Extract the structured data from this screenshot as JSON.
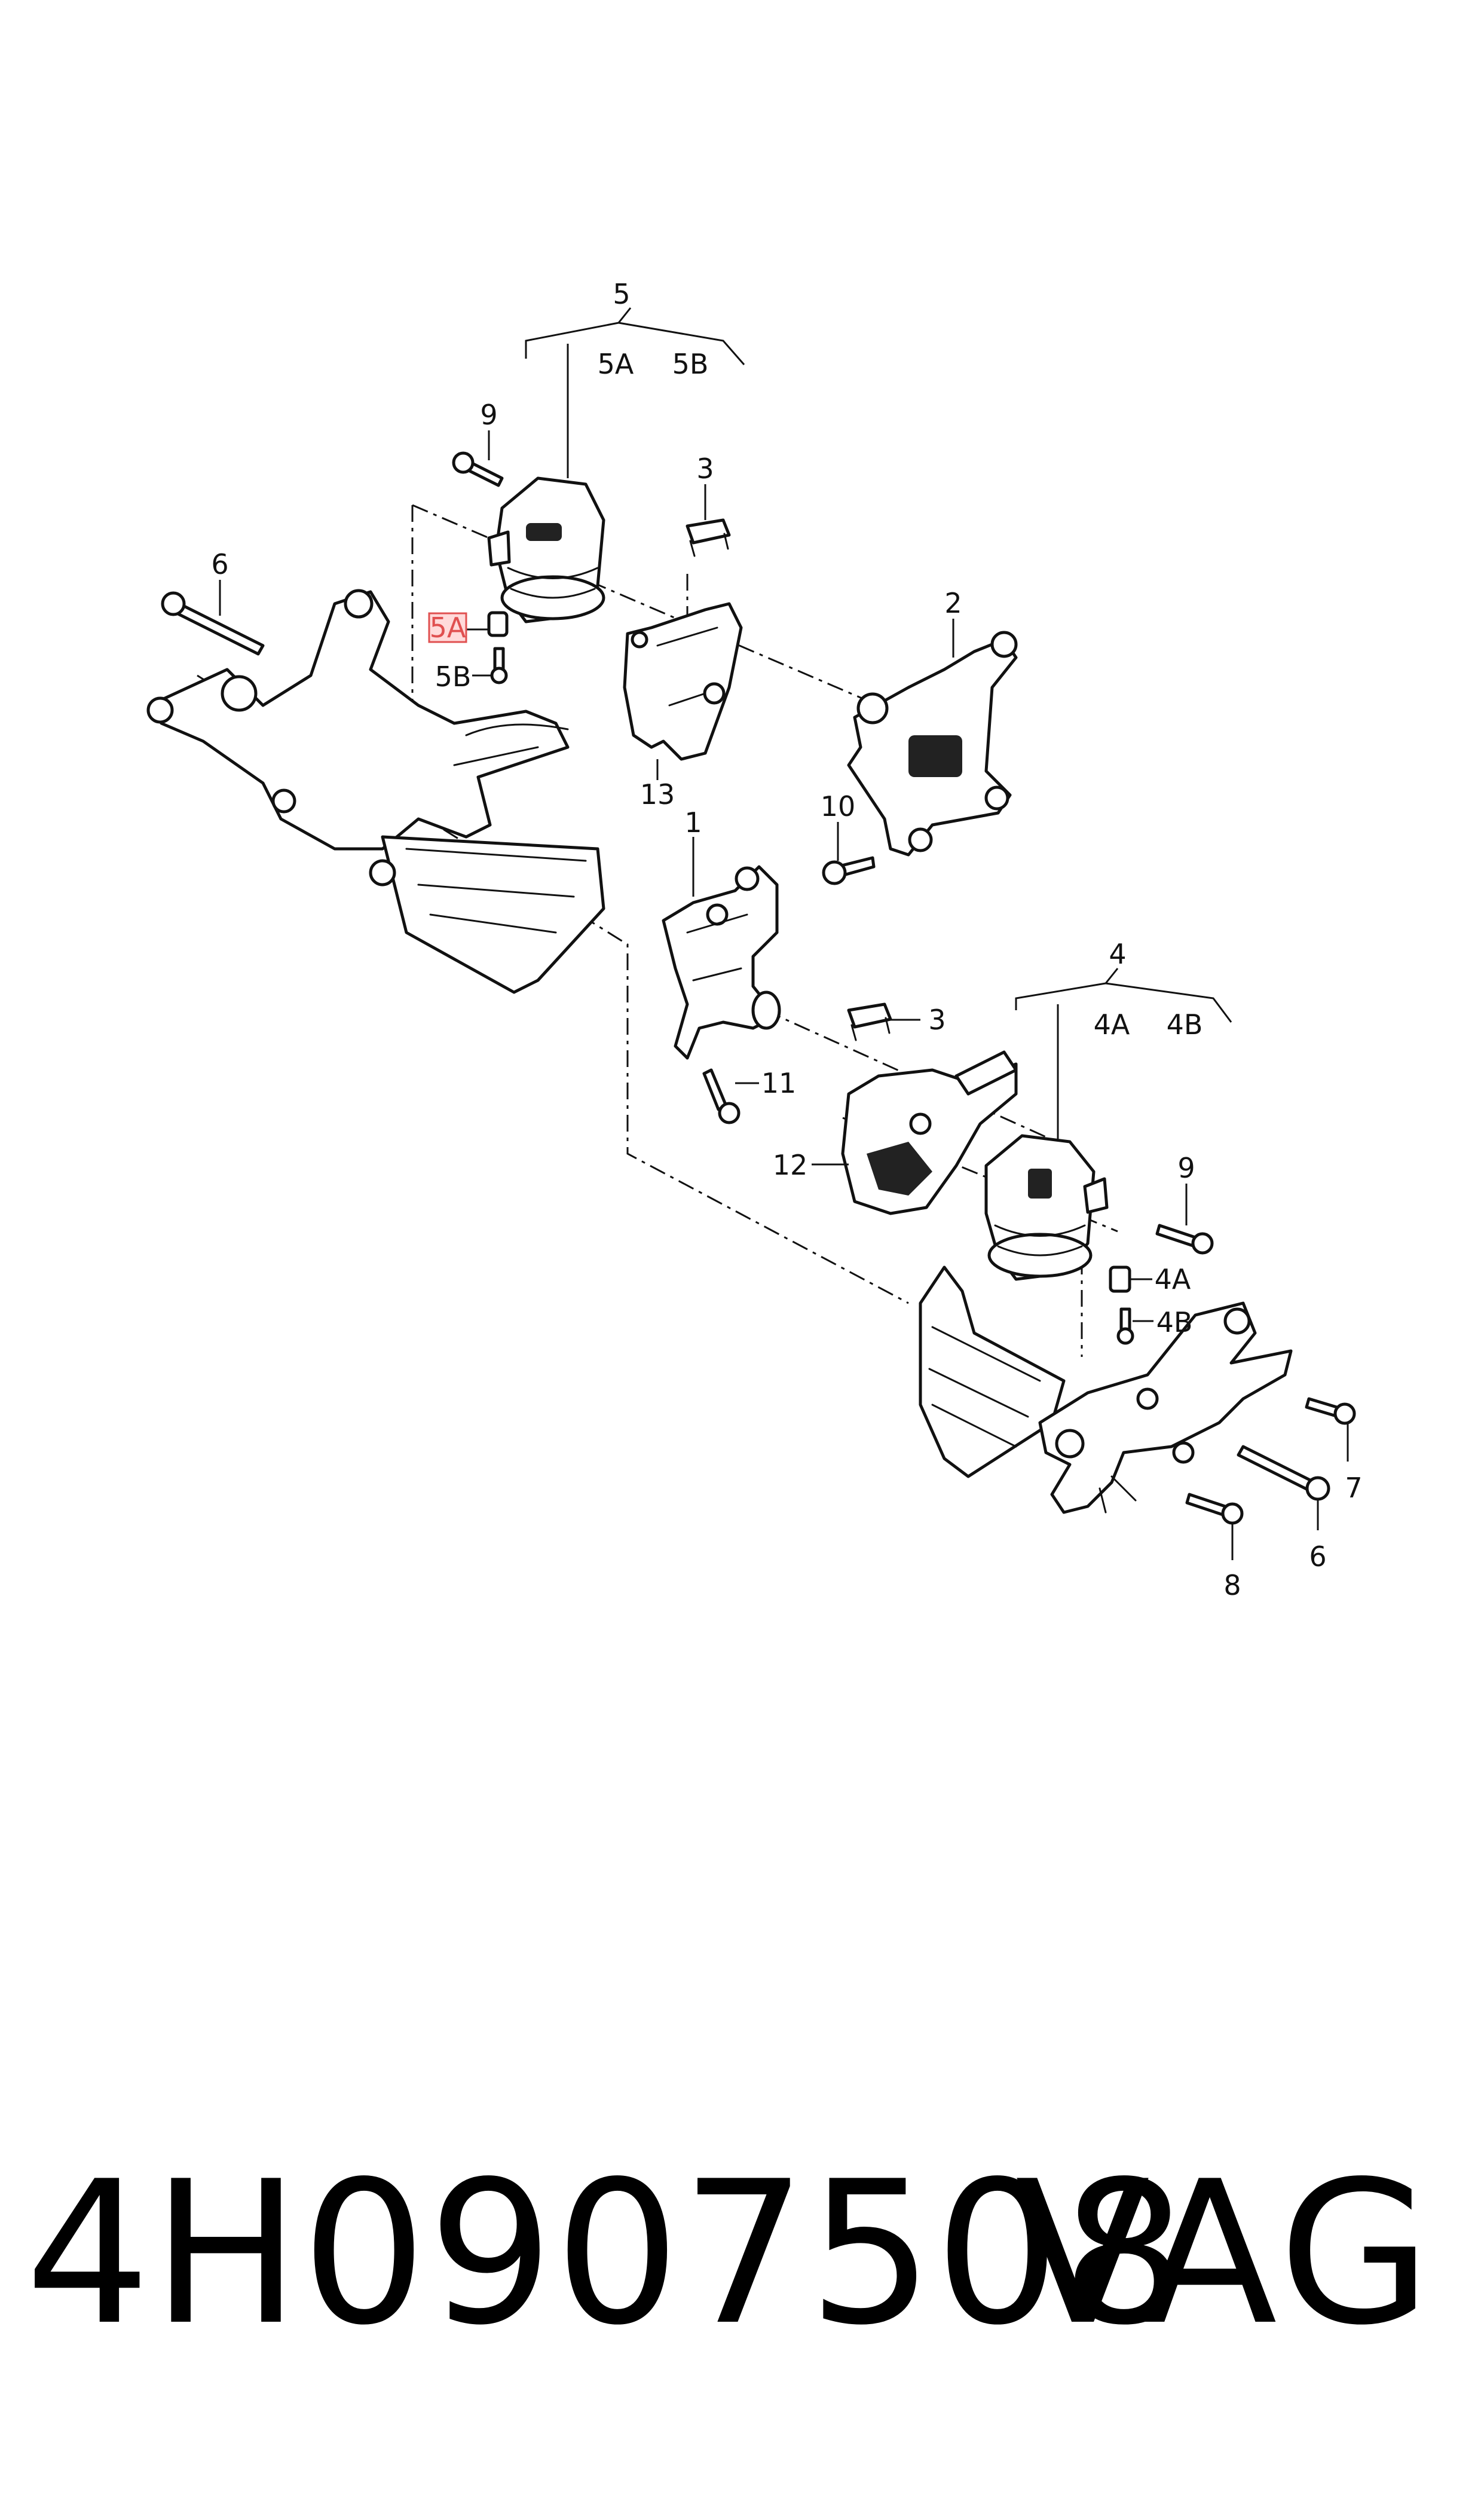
{
  "diagram": {
    "callouts": {
      "c5": "5",
      "c5A_top": "5A",
      "c5B_top": "5B",
      "c9_top": "9",
      "c3_top": "3",
      "c6_left": "6",
      "c2": "2",
      "c5A_side": "5A",
      "c5B_side": "5B",
      "c13": "13",
      "c10": "10",
      "c1": "1",
      "c4": "4",
      "c4A_top": "4A",
      "c4B_top": "4B",
      "c3_mid": "3",
      "c11": "11",
      "c12": "12",
      "c9_right": "9",
      "c4A_side": "4A",
      "c4B_side": "4B",
      "c7": "7",
      "c6_right": "6",
      "c8": "8"
    },
    "highlight_color": "#e05050"
  },
  "footer": {
    "part_number": "4H0907508",
    "brand": "VAG"
  }
}
